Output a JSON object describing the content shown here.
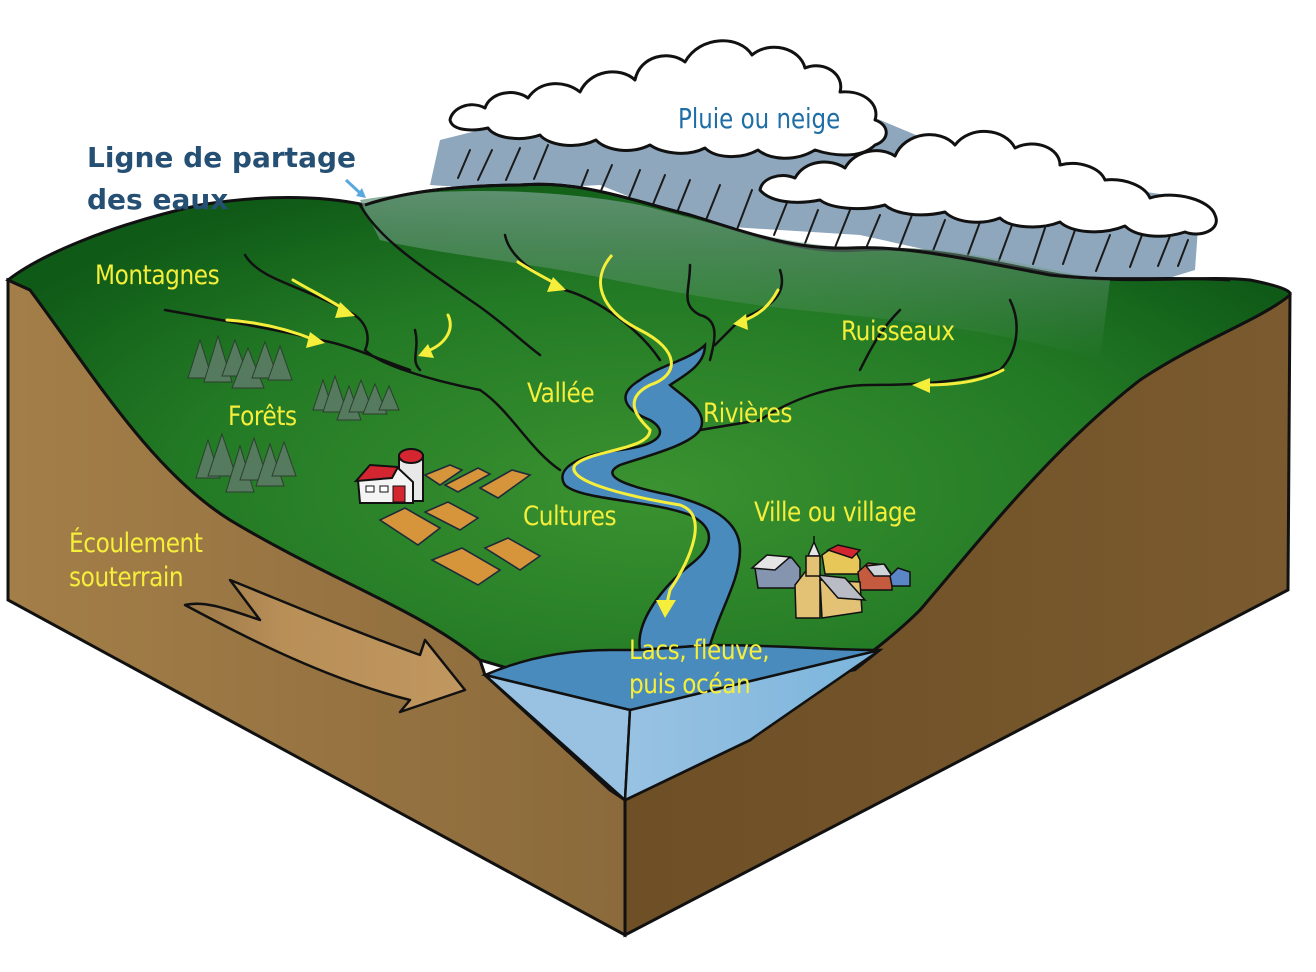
{
  "diagram": {
    "type": "watershed-illustration",
    "labels": {
      "watershed_divide": [
        "Ligne de partage",
        "des eaux"
      ],
      "precipitation": "Pluie ou neige",
      "mountains": "Montagnes",
      "streams": "Ruisseaux",
      "valley": "Vallée",
      "rivers": "Rivières",
      "forests": "Forêts",
      "crops": "Cultures",
      "town": "Ville ou village",
      "groundwater": [
        "Écoulement",
        "souterrain"
      ],
      "outflow": [
        "Lacs, fleuve,",
        "puis océan"
      ]
    },
    "colors": {
      "label_text": "#f5ee3a",
      "title_text": "#254f73",
      "rain_text": "#1f6ea6",
      "grass_dark": "#0f5a17",
      "grass_light": "#2f8a2a",
      "mist": "#5a8a70",
      "soil_left": "#93703f",
      "soil_right": "#735328",
      "water_top": "#4a8bbd",
      "water_side": "#8dbde0",
      "rain_sky": "#8ea7bd",
      "cloud": "#ffffff",
      "arrow": "#f5ee3a",
      "groundwater_arrow": "#b88f57"
    }
  }
}
